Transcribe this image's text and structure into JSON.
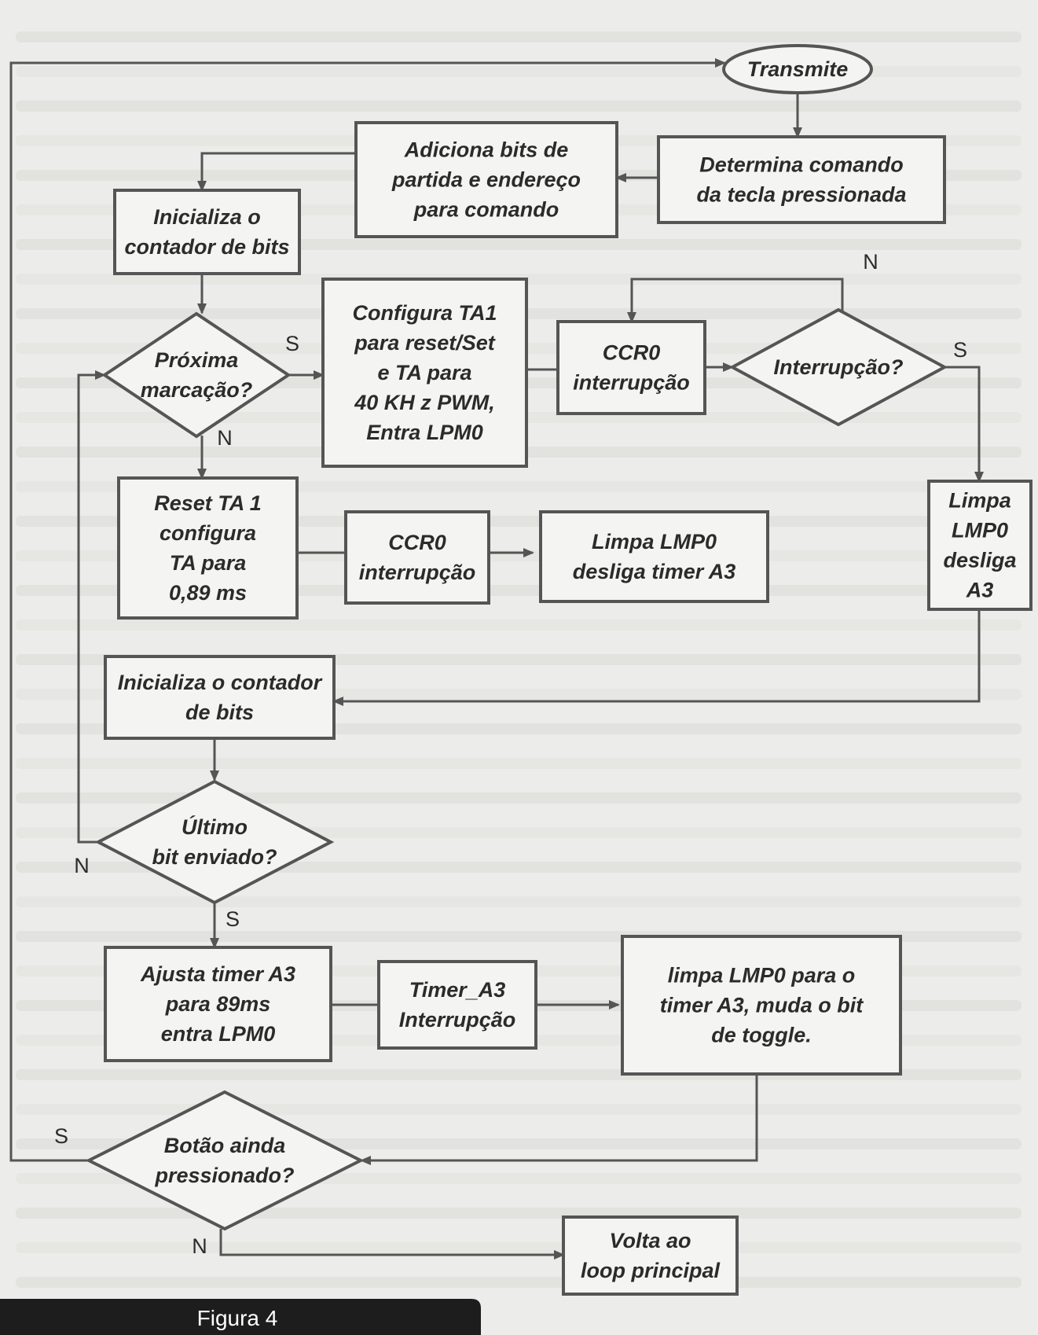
{
  "nodes": [
    {
      "id": "transmite",
      "shape": "ellipse",
      "lines": [
        "Transmite"
      ]
    },
    {
      "id": "determina",
      "shape": "rect",
      "lines": [
        "Determina comando",
        "da tecla pressionada"
      ]
    },
    {
      "id": "adiciona",
      "shape": "rect",
      "lines": [
        "Adiciona bits de",
        "partida e endereço",
        "para comando"
      ]
    },
    {
      "id": "inicializa1",
      "shape": "rect",
      "lines": [
        "Inicializa o",
        "contador de bits"
      ]
    },
    {
      "id": "proxima",
      "shape": "diamond",
      "lines": [
        "Próxima",
        "marcação?"
      ]
    },
    {
      "id": "configura",
      "shape": "rect",
      "lines": [
        "Configura TA1",
        "para reset/Set",
        "e TA para",
        "40 KH z PWM,",
        "Entra LPM0"
      ]
    },
    {
      "id": "ccr0a",
      "shape": "rect",
      "lines": [
        "CCR0",
        "interrupção"
      ]
    },
    {
      "id": "interrupcao",
      "shape": "diamond",
      "lines": [
        "Interrupção?"
      ]
    },
    {
      "id": "limpa_a3",
      "shape": "rect",
      "lines": [
        "Limpa",
        "LMP0",
        "desliga",
        "A3"
      ]
    },
    {
      "id": "reset",
      "shape": "rect",
      "lines": [
        "Reset TA 1",
        "configura",
        "TA para",
        "0,89 ms"
      ]
    },
    {
      "id": "ccr0b",
      "shape": "rect",
      "lines": [
        "CCR0",
        "interrupção"
      ]
    },
    {
      "id": "limpa_timer",
      "shape": "rect",
      "lines": [
        "Limpa LMP0",
        "desliga timer A3"
      ]
    },
    {
      "id": "inicializa2",
      "shape": "rect",
      "lines": [
        "Inicializa o contador",
        "de bits"
      ]
    },
    {
      "id": "ultimo",
      "shape": "diamond",
      "lines": [
        "Último",
        "bit enviado?"
      ]
    },
    {
      "id": "ajusta",
      "shape": "rect",
      "lines": [
        "Ajusta timer A3",
        "para 89ms",
        "entra LPM0"
      ]
    },
    {
      "id": "timer_a3",
      "shape": "rect",
      "lines": [
        "Timer_A3",
        "Interrupção"
      ]
    },
    {
      "id": "limpa_toggle",
      "shape": "rect",
      "lines": [
        "limpa LMP0 para o",
        "timer A3, muda o bit",
        "de toggle."
      ]
    },
    {
      "id": "botao",
      "shape": "diamond",
      "lines": [
        "Botão ainda",
        "pressionado?"
      ]
    },
    {
      "id": "volta",
      "shape": "rect",
      "lines": [
        "Volta ao",
        "loop principal"
      ]
    }
  ],
  "edge_labels": {
    "proxima_yes": "S",
    "proxima_no": "N",
    "interrupcao_no": "N",
    "interrupcao_yes": "S",
    "ultimo_no": "N",
    "ultimo_yes": "S",
    "botao_yes": "S",
    "botao_no": "N"
  },
  "caption": "Figura 4"
}
